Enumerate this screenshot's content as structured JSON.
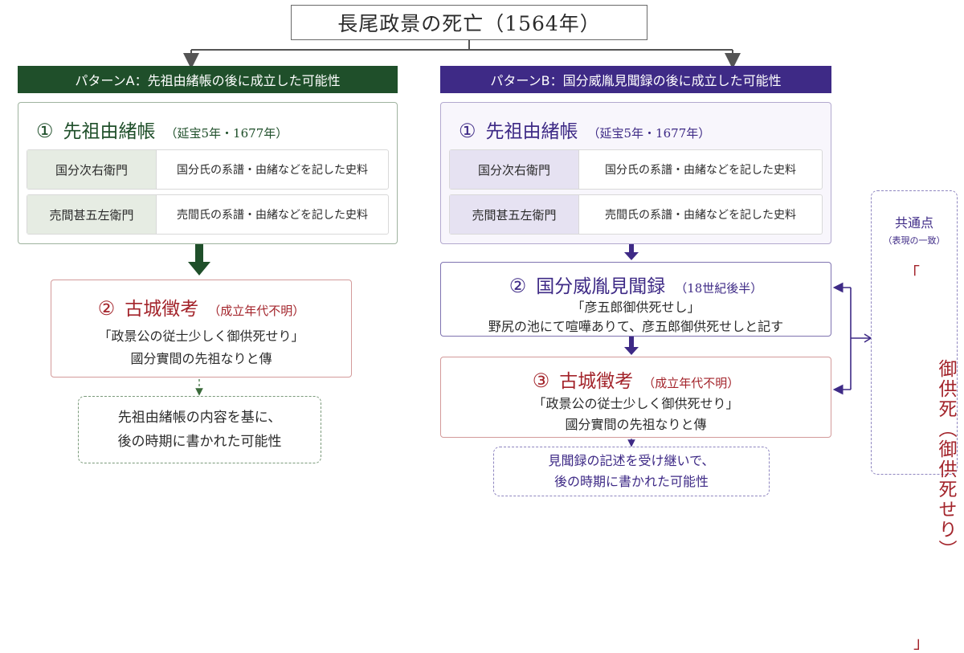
{
  "title": "長尾政景の死亡（1564年）",
  "patternA": {
    "banner": "パターンA：先祖由緒帳の後に成立した可能性",
    "doc": {
      "num": "①",
      "name": "先祖由緒帳",
      "date": "（延宝5年・1677年）",
      "rows": [
        {
          "name": "国分次右衛門",
          "desc": "国分氏の系譜・由緒などを記した史料"
        },
        {
          "name": "売間甚五左衛門",
          "desc": "売間氏の系譜・由緒などを記した史料"
        }
      ]
    },
    "kojo": {
      "num": "②",
      "name": "古城徵考",
      "date": "（成立年代不明）",
      "line1": "「政景公の従士少しく御供死せり」",
      "line2": "國分實間の先祖なりと傳"
    },
    "note": {
      "line1": "先祖由緒帳の内容を基に、",
      "line2": "後の時期に書かれた可能性"
    }
  },
  "patternB": {
    "banner": "パターンB：国分威胤見聞録の後に成立した可能性",
    "doc": {
      "num": "①",
      "name": "先祖由緒帳",
      "date": "（延宝5年・1677年）",
      "rows": [
        {
          "name": "国分次右衛門",
          "desc": "国分氏の系譜・由緒などを記した史料"
        },
        {
          "name": "売間甚五左衛門",
          "desc": "売間氏の系譜・由緒などを記した史料"
        }
      ]
    },
    "kenbun": {
      "num": "②",
      "name": "国分威胤見聞録",
      "date": "（18世紀後半）",
      "line1": "「彦五郎御供死せし」",
      "line2": "野尻の池にて喧嘩ありて、彦五郎御供死せしと記す"
    },
    "kojo": {
      "num": "③",
      "name": "古城徵考",
      "date": "（成立年代不明）",
      "line1": "「政景公の従士少しく御供死せり」",
      "line2": "國分實間の先祖なりと傳"
    },
    "note": {
      "line1": "見聞録の記述を受け継いで、",
      "line2": "後の時期に書かれた可能性"
    }
  },
  "common": {
    "heading": "共通点",
    "sub": "（表現の一致）",
    "open": "「",
    "text": "御供死（御供死せり）",
    "close": "」"
  },
  "colors": {
    "green": "#1f4f2a",
    "purple": "#3e2a86",
    "red": "#a3242b",
    "arrow_gray": "#555555"
  }
}
